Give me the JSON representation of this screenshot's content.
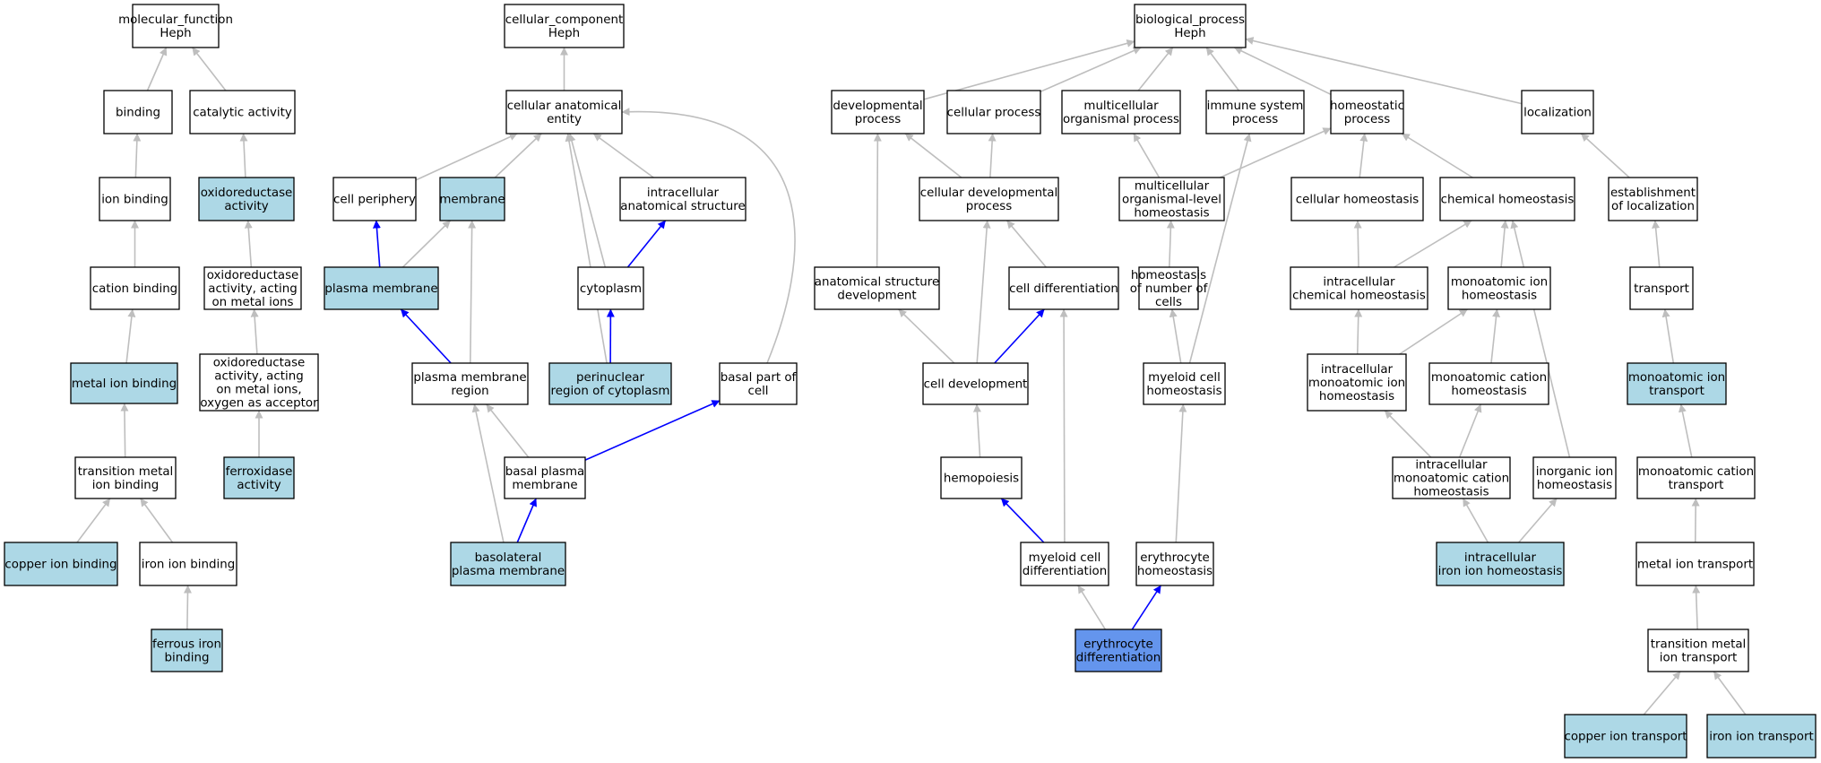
{
  "colors": {
    "plain": "#ffffff",
    "annotated": "#add8e6",
    "query": "#6495ed",
    "gray_edge": "#bebebe",
    "blue_edge": "#0000ff"
  },
  "nodes": [
    {
      "id": "mf",
      "lines": [
        "molecular_function",
        "Heph"
      ],
      "fill": "plain"
    },
    {
      "id": "binding",
      "lines": [
        "binding"
      ],
      "fill": "plain"
    },
    {
      "id": "catalytic",
      "lines": [
        "catalytic activity"
      ],
      "fill": "plain"
    },
    {
      "id": "ionbind",
      "lines": [
        "ion binding"
      ],
      "fill": "plain"
    },
    {
      "id": "oxred",
      "lines": [
        "oxidoreductase",
        "activity"
      ],
      "fill": "annotated"
    },
    {
      "id": "cationbind",
      "lines": [
        "cation binding"
      ],
      "fill": "plain"
    },
    {
      "id": "oxredmetal",
      "lines": [
        "oxidoreductase",
        "activity, acting",
        "on metal ions"
      ],
      "fill": "plain"
    },
    {
      "id": "metalion",
      "lines": [
        "metal ion binding"
      ],
      "fill": "annotated"
    },
    {
      "id": "oxredoxy",
      "lines": [
        "oxidoreductase",
        "activity, acting",
        "on metal ions,",
        "oxygen as acceptor"
      ],
      "fill": "plain"
    },
    {
      "id": "tmbind",
      "lines": [
        "transition metal",
        "ion binding"
      ],
      "fill": "plain"
    },
    {
      "id": "ferroxidase",
      "lines": [
        "ferroxidase",
        "activity"
      ],
      "fill": "annotated"
    },
    {
      "id": "copperbind",
      "lines": [
        "copper ion binding"
      ],
      "fill": "annotated"
    },
    {
      "id": "ironbind",
      "lines": [
        "iron ion binding"
      ],
      "fill": "plain"
    },
    {
      "id": "ferrousbind",
      "lines": [
        "ferrous iron",
        "binding"
      ],
      "fill": "annotated"
    },
    {
      "id": "cc",
      "lines": [
        "cellular_component",
        "Heph"
      ],
      "fill": "plain"
    },
    {
      "id": "cae",
      "lines": [
        "cellular anatomical",
        "entity"
      ],
      "fill": "plain"
    },
    {
      "id": "cellperiph",
      "lines": [
        "cell periphery"
      ],
      "fill": "plain"
    },
    {
      "id": "membrane",
      "lines": [
        "membrane"
      ],
      "fill": "annotated"
    },
    {
      "id": "ias",
      "lines": [
        "intracellular",
        "anatomical structure"
      ],
      "fill": "plain"
    },
    {
      "id": "pm",
      "lines": [
        "plasma membrane"
      ],
      "fill": "annotated"
    },
    {
      "id": "cytoplasm",
      "lines": [
        "cytoplasm"
      ],
      "fill": "plain"
    },
    {
      "id": "pmregion",
      "lines": [
        "plasma membrane",
        "region"
      ],
      "fill": "plain"
    },
    {
      "id": "perinuc",
      "lines": [
        "perinuclear",
        "region of cytoplasm"
      ],
      "fill": "annotated"
    },
    {
      "id": "basalpart",
      "lines": [
        "basal part of",
        "cell"
      ],
      "fill": "plain"
    },
    {
      "id": "basalpm",
      "lines": [
        "basal plasma",
        "membrane"
      ],
      "fill": "plain"
    },
    {
      "id": "basolat",
      "lines": [
        "basolateral",
        "plasma membrane"
      ],
      "fill": "annotated"
    },
    {
      "id": "bp",
      "lines": [
        "biological_process",
        "Heph"
      ],
      "fill": "plain"
    },
    {
      "id": "devproc",
      "lines": [
        "developmental",
        "process"
      ],
      "fill": "plain"
    },
    {
      "id": "cellproc",
      "lines": [
        "cellular process"
      ],
      "fill": "plain"
    },
    {
      "id": "multiproc",
      "lines": [
        "multicellular",
        "organismal process"
      ],
      "fill": "plain"
    },
    {
      "id": "immune",
      "lines": [
        "immune system",
        "process"
      ],
      "fill": "plain"
    },
    {
      "id": "homeoproc",
      "lines": [
        "homeostatic",
        "process"
      ],
      "fill": "plain"
    },
    {
      "id": "localization",
      "lines": [
        "localization"
      ],
      "fill": "plain"
    },
    {
      "id": "celldevproc",
      "lines": [
        "cellular developmental",
        "process"
      ],
      "fill": "plain"
    },
    {
      "id": "multihomeo",
      "lines": [
        "multicellular",
        "organismal-level",
        "homeostasis"
      ],
      "fill": "plain"
    },
    {
      "id": "cellhomeo",
      "lines": [
        "cellular homeostasis"
      ],
      "fill": "plain"
    },
    {
      "id": "chemhomeo",
      "lines": [
        "chemical homeostasis"
      ],
      "fill": "plain"
    },
    {
      "id": "estloc",
      "lines": [
        "establishment",
        "of localization"
      ],
      "fill": "plain"
    },
    {
      "id": "anatdev",
      "lines": [
        "anatomical structure",
        "development"
      ],
      "fill": "plain"
    },
    {
      "id": "celldiff",
      "lines": [
        "cell differentiation"
      ],
      "fill": "plain"
    },
    {
      "id": "homeonum",
      "lines": [
        "homeostasis",
        "of number of",
        "cells"
      ],
      "fill": "plain"
    },
    {
      "id": "icchemhomeo",
      "lines": [
        "intracellular",
        "chemical homeostasis"
      ],
      "fill": "plain"
    },
    {
      "id": "monoionhomeo",
      "lines": [
        "monoatomic ion",
        "homeostasis"
      ],
      "fill": "plain"
    },
    {
      "id": "transport",
      "lines": [
        "transport"
      ],
      "fill": "plain"
    },
    {
      "id": "celldev",
      "lines": [
        "cell development"
      ],
      "fill": "plain"
    },
    {
      "id": "myeloidhomeo",
      "lines": [
        "myeloid cell",
        "homeostasis"
      ],
      "fill": "plain"
    },
    {
      "id": "icmonoion",
      "lines": [
        "intracellular",
        "monoatomic ion",
        "homeostasis"
      ],
      "fill": "plain"
    },
    {
      "id": "monocation",
      "lines": [
        "monoatomic cation",
        "homeostasis"
      ],
      "fill": "plain"
    },
    {
      "id": "monoiontrans",
      "lines": [
        "monoatomic ion",
        "transport"
      ],
      "fill": "annotated"
    },
    {
      "id": "hemopoiesis",
      "lines": [
        "hemopoiesis"
      ],
      "fill": "plain"
    },
    {
      "id": "icmonocation",
      "lines": [
        "intracellular",
        "monoatomic cation",
        "homeostasis"
      ],
      "fill": "plain"
    },
    {
      "id": "inorgion",
      "lines": [
        "inorganic ion",
        "homeostasis"
      ],
      "fill": "plain"
    },
    {
      "id": "monocationtrans",
      "lines": [
        "monoatomic cation",
        "transport"
      ],
      "fill": "plain"
    },
    {
      "id": "myeloiddiff",
      "lines": [
        "myeloid cell",
        "differentiation"
      ],
      "fill": "plain"
    },
    {
      "id": "erythhomeo",
      "lines": [
        "erythrocyte",
        "homeostasis"
      ],
      "fill": "plain"
    },
    {
      "id": "iciron",
      "lines": [
        "intracellular",
        "iron ion homeostasis"
      ],
      "fill": "annotated"
    },
    {
      "id": "metaliontrans",
      "lines": [
        "metal ion transport"
      ],
      "fill": "plain"
    },
    {
      "id": "erythdiff",
      "lines": [
        "erythrocyte",
        "differentiation"
      ],
      "fill": "query"
    },
    {
      "id": "tmtrans",
      "lines": [
        "transition metal",
        "ion transport"
      ],
      "fill": "plain"
    },
    {
      "id": "coppertrans",
      "lines": [
        "copper ion transport"
      ],
      "fill": "annotated"
    },
    {
      "id": "irontrans",
      "lines": [
        "iron ion transport"
      ],
      "fill": "annotated"
    }
  ],
  "edges": [
    {
      "from": "binding",
      "to": "mf",
      "color": "gray"
    },
    {
      "from": "catalytic",
      "to": "mf",
      "color": "gray"
    },
    {
      "from": "ionbind",
      "to": "binding",
      "color": "gray"
    },
    {
      "from": "oxred",
      "to": "catalytic",
      "color": "gray"
    },
    {
      "from": "cationbind",
      "to": "ionbind",
      "color": "gray"
    },
    {
      "from": "oxredmetal",
      "to": "oxred",
      "color": "gray"
    },
    {
      "from": "metalion",
      "to": "cationbind",
      "color": "gray"
    },
    {
      "from": "oxredoxy",
      "to": "oxredmetal",
      "color": "gray"
    },
    {
      "from": "tmbind",
      "to": "metalion",
      "color": "gray"
    },
    {
      "from": "ferroxidase",
      "to": "oxredoxy",
      "color": "gray"
    },
    {
      "from": "copperbind",
      "to": "tmbind",
      "color": "gray"
    },
    {
      "from": "ironbind",
      "to": "tmbind",
      "color": "gray"
    },
    {
      "from": "ferrousbind",
      "to": "ironbind",
      "color": "gray"
    },
    {
      "from": "cae",
      "to": "cc",
      "color": "gray"
    },
    {
      "from": "cellperiph",
      "to": "cae",
      "color": "gray"
    },
    {
      "from": "membrane",
      "to": "cae",
      "color": "gray"
    },
    {
      "from": "ias",
      "to": "cae",
      "color": "gray"
    },
    {
      "from": "cytoplasm",
      "to": "cae",
      "color": "gray"
    },
    {
      "from": "perinuc",
      "to": "cae",
      "color": "gray"
    },
    {
      "from": "basalpart",
      "to": "cae",
      "color": "gray",
      "curve": "right"
    },
    {
      "from": "pm",
      "to": "cellperiph",
      "color": "blue"
    },
    {
      "from": "pm",
      "to": "membrane",
      "color": "gray"
    },
    {
      "from": "cytoplasm",
      "to": "ias",
      "color": "blue"
    },
    {
      "from": "pmregion",
      "to": "pm",
      "color": "blue"
    },
    {
      "from": "pmregion",
      "to": "membrane",
      "color": "gray"
    },
    {
      "from": "perinuc",
      "to": "cytoplasm",
      "color": "blue"
    },
    {
      "from": "basalpm",
      "to": "pmregion",
      "color": "gray"
    },
    {
      "from": "basalpm",
      "to": "basalpart",
      "color": "blue"
    },
    {
      "from": "basolat",
      "to": "basalpm",
      "color": "blue"
    },
    {
      "from": "basolat",
      "to": "pmregion",
      "color": "gray"
    },
    {
      "from": "devproc",
      "to": "bp",
      "color": "gray"
    },
    {
      "from": "cellproc",
      "to": "bp",
      "color": "gray"
    },
    {
      "from": "multiproc",
      "to": "bp",
      "color": "gray"
    },
    {
      "from": "immune",
      "to": "bp",
      "color": "gray"
    },
    {
      "from": "homeoproc",
      "to": "bp",
      "color": "gray"
    },
    {
      "from": "localization",
      "to": "bp",
      "color": "gray"
    },
    {
      "from": "celldevproc",
      "to": "devproc",
      "color": "gray"
    },
    {
      "from": "celldevproc",
      "to": "cellproc",
      "color": "gray"
    },
    {
      "from": "multihomeo",
      "to": "multiproc",
      "color": "gray"
    },
    {
      "from": "multihomeo",
      "to": "homeoproc",
      "color": "gray"
    },
    {
      "from": "cellhomeo",
      "to": "homeoproc",
      "color": "gray"
    },
    {
      "from": "chemhomeo",
      "to": "homeoproc",
      "color": "gray"
    },
    {
      "from": "estloc",
      "to": "localization",
      "color": "gray"
    },
    {
      "from": "anatdev",
      "to": "devproc",
      "color": "gray"
    },
    {
      "from": "celldiff",
      "to": "celldevproc",
      "color": "gray"
    },
    {
      "from": "homeonum",
      "to": "multihomeo",
      "color": "gray"
    },
    {
      "from": "icchemhomeo",
      "to": "cellhomeo",
      "color": "gray"
    },
    {
      "from": "icchemhomeo",
      "to": "chemhomeo",
      "color": "gray"
    },
    {
      "from": "monoionhomeo",
      "to": "chemhomeo",
      "color": "gray"
    },
    {
      "from": "transport",
      "to": "estloc",
      "color": "gray"
    },
    {
      "from": "celldev",
      "to": "anatdev",
      "color": "gray"
    },
    {
      "from": "celldev",
      "to": "celldevproc",
      "color": "gray"
    },
    {
      "from": "celldev",
      "to": "celldiff",
      "color": "blue"
    },
    {
      "from": "myeloidhomeo",
      "to": "homeonum",
      "color": "gray"
    },
    {
      "from": "myeloidhomeo",
      "to": "immune",
      "color": "gray"
    },
    {
      "from": "icmonoion",
      "to": "icchemhomeo",
      "color": "gray"
    },
    {
      "from": "icmonoion",
      "to": "monoionhomeo",
      "color": "gray"
    },
    {
      "from": "monocation",
      "to": "monoionhomeo",
      "color": "gray"
    },
    {
      "from": "monoiontrans",
      "to": "transport",
      "color": "gray"
    },
    {
      "from": "hemopoiesis",
      "to": "celldev",
      "color": "gray"
    },
    {
      "from": "icmonocation",
      "to": "icmonoion",
      "color": "gray"
    },
    {
      "from": "icmonocation",
      "to": "monocation",
      "color": "gray"
    },
    {
      "from": "inorgion",
      "to": "chemhomeo",
      "color": "gray"
    },
    {
      "from": "monocationtrans",
      "to": "monoiontrans",
      "color": "gray"
    },
    {
      "from": "myeloiddiff",
      "to": "hemopoiesis",
      "color": "blue"
    },
    {
      "from": "myeloiddiff",
      "to": "celldiff",
      "color": "gray"
    },
    {
      "from": "erythhomeo",
      "to": "myeloidhomeo",
      "color": "gray"
    },
    {
      "from": "iciron",
      "to": "icmonocation",
      "color": "gray"
    },
    {
      "from": "iciron",
      "to": "inorgion",
      "color": "gray"
    },
    {
      "from": "metaliontrans",
      "to": "monocationtrans",
      "color": "gray"
    },
    {
      "from": "erythdiff",
      "to": "myeloiddiff",
      "color": "gray"
    },
    {
      "from": "erythdiff",
      "to": "erythhomeo",
      "color": "blue"
    },
    {
      "from": "tmtrans",
      "to": "metaliontrans",
      "color": "gray"
    },
    {
      "from": "coppertrans",
      "to": "tmtrans",
      "color": "gray"
    },
    {
      "from": "irontrans",
      "to": "tmtrans",
      "color": "gray"
    }
  ]
}
